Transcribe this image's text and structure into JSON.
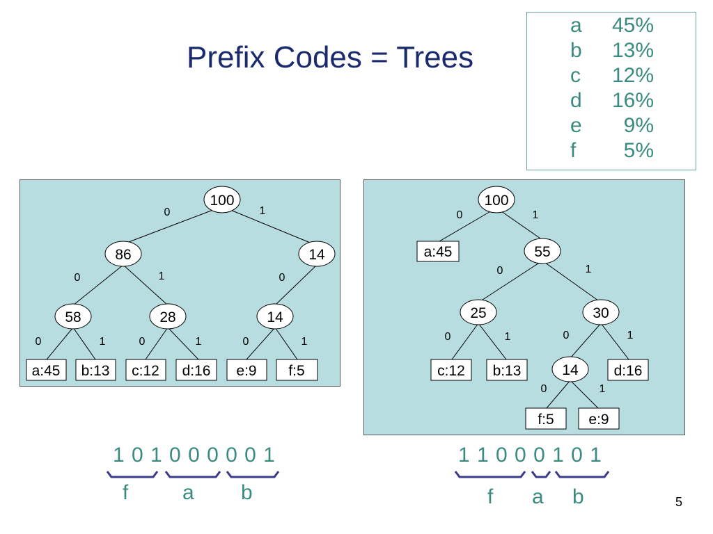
{
  "title": "Prefix Codes = Trees",
  "frequencies": [
    {
      "letter": "a",
      "pct": "45%"
    },
    {
      "letter": "b",
      "pct": "13%"
    },
    {
      "letter": "c",
      "pct": "12%"
    },
    {
      "letter": "d",
      "pct": "16%"
    },
    {
      "letter": "e",
      "pct": "9%"
    },
    {
      "letter": "f",
      "pct": "5%"
    }
  ],
  "tree1": {
    "nodes": {
      "root": {
        "label": "100"
      },
      "n86": {
        "label": "86"
      },
      "n14a": {
        "label": "14"
      },
      "n58": {
        "label": "58"
      },
      "n28": {
        "label": "28"
      },
      "n14b": {
        "label": "14"
      },
      "a": {
        "label": "a:45"
      },
      "b": {
        "label": "b:13"
      },
      "c": {
        "label": "c:12"
      },
      "d": {
        "label": "d:16"
      },
      "e": {
        "label": "e:9"
      },
      "f": {
        "label": "f:5"
      }
    },
    "edges": [
      "0",
      "1",
      "0",
      "1",
      "0",
      "0",
      "1",
      "0",
      "1",
      "0",
      "1"
    ]
  },
  "tree2": {
    "nodes": {
      "root": {
        "label": "100"
      },
      "a": {
        "label": "a:45"
      },
      "n55": {
        "label": "55"
      },
      "n25": {
        "label": "25"
      },
      "n30": {
        "label": "30"
      },
      "c": {
        "label": "c:12"
      },
      "b": {
        "label": "b:13"
      },
      "n14": {
        "label": "14"
      },
      "d": {
        "label": "d:16"
      },
      "f": {
        "label": "f:5"
      },
      "e": {
        "label": "e:9"
      }
    },
    "edges": [
      "0",
      "1",
      "0",
      "1",
      "0",
      "1",
      "0",
      "1",
      "0",
      "1"
    ]
  },
  "encoding1": {
    "bits": "1 0 1 0 0 0 0 0 1",
    "letters": [
      "f",
      "a",
      "b"
    ]
  },
  "encoding2": {
    "bits": "1 1 0 0 0 1 0 1",
    "letters": [
      "f",
      "a",
      "b"
    ]
  },
  "page_number": "5",
  "colors": {
    "title": "#1a2a6c",
    "accent_text": "#3b8a80",
    "panel_bg": "#b8dde0",
    "brace": "#3a3a8c"
  }
}
